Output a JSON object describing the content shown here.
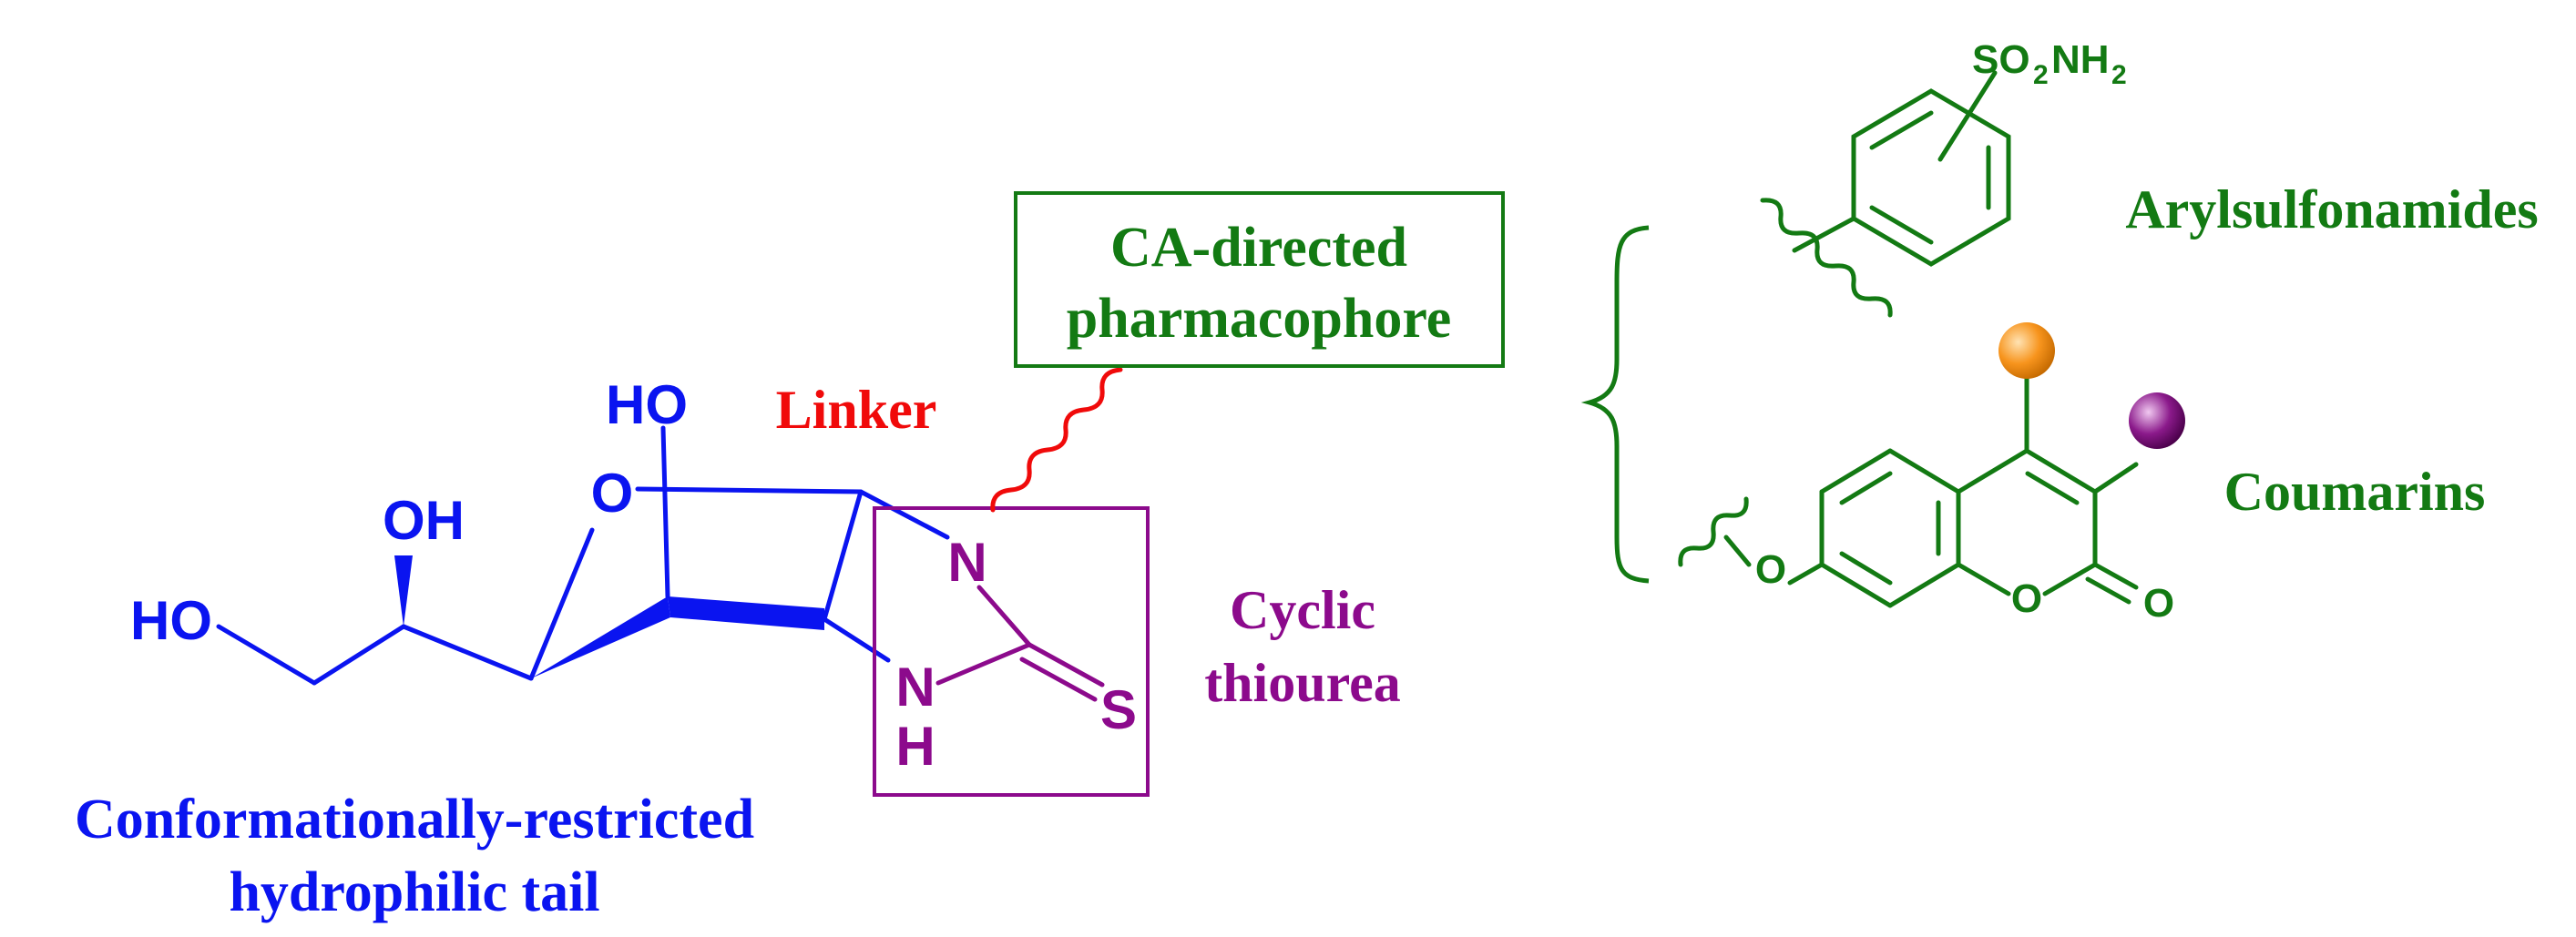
{
  "colors": {
    "tail": "#0a14f0",
    "linker": "#f00a0a",
    "thiourea": "#8c0a8c",
    "pharmacophore": "#137a13",
    "orange_ball": "#f7941d",
    "purple_ball": "#8b1a8b"
  },
  "labels": {
    "tail_line1": "Conformationally-restricted",
    "tail_line2": "hydrophilic tail",
    "linker": "Linker",
    "pharm_line1": "CA-directed",
    "pharm_line2": "pharmacophore",
    "thiourea_line1": "Cyclic",
    "thiourea_line2": "thiourea",
    "arylsulfonamides": "Arylsulfonamides",
    "coumarins": "Coumarins"
  },
  "atoms": {
    "ho_top": "HO",
    "oh": "OH",
    "ho_left": "HO",
    "ring_o": "O",
    "n_top": "N",
    "n_bottom": "N",
    "h_bottom": "H",
    "s": "S",
    "so2nh2_so": "SO",
    "so2nh2_sub": "2",
    "so2nh2_nh": "NH",
    "so2nh2_sub2": "2",
    "coumarin_o_ether": "O",
    "coumarin_o_ring": "O",
    "coumarin_o_carbonyl": "O"
  },
  "icons": {
    "wavy_bond": "wavy-bond-icon",
    "brace": "curly-brace-icon",
    "ball": "substituent-ball-icon"
  }
}
